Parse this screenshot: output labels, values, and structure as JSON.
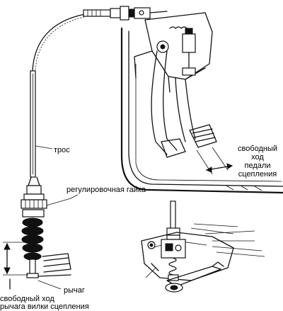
{
  "labels": {
    "cable": "трос",
    "adjust_nut": "регулировочная гайка",
    "pedal_free_travel": [
      "свободный",
      "ход",
      "педали",
      "сцепления"
    ],
    "lever": "рычаг",
    "fork_free_travel": [
      "свободный ход",
      "рычага вилки сцепления"
    ]
  }
}
